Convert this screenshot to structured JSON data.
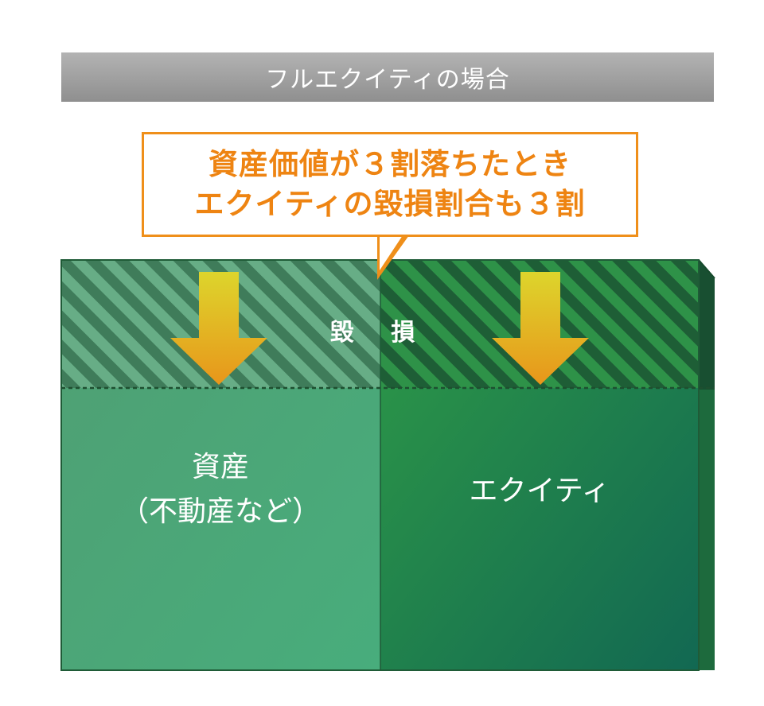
{
  "header": {
    "title": "フルエクイティの場合"
  },
  "callout": {
    "line1": "資産価値が３割落ちたとき",
    "line2": "エクイティの毀損割合も３割"
  },
  "diagram": {
    "loss_label": "毀 損",
    "asset_label": "資産",
    "asset_sublabel": "（不動産など）",
    "equity_label": "エクイティ",
    "loss_ratio": 0.3
  },
  "colors": {
    "header_bg": "#a0a0a0",
    "callout_border": "#ef8f1a",
    "callout_text": "#ee8412",
    "asset_green": "#4ba578",
    "equity_green": "#2a8e4a",
    "arrow_top": "#ded12a",
    "arrow_bottom": "#e79a1c"
  }
}
